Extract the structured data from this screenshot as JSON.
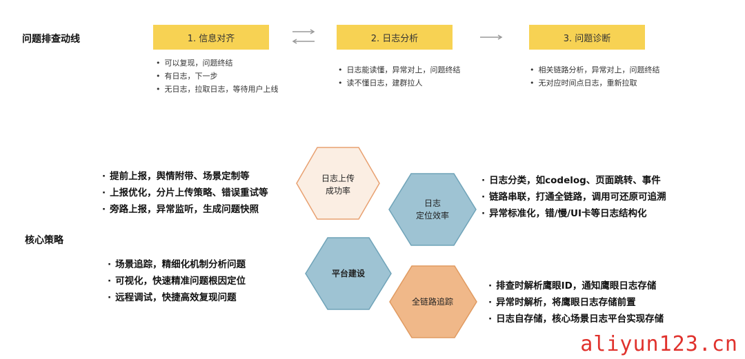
{
  "flow": {
    "title": "问题排查动线",
    "steps": [
      {
        "label": "1. 信息对齐",
        "bullets": [
          "可以复现，问题终结",
          "有日志，下一步",
          "无日志，拉取日志，等待用户上线"
        ]
      },
      {
        "label": "2. 日志分析",
        "bullets": [
          "日志能读懂，异常对上，问题终结",
          "读不懂日志，建群拉人"
        ]
      },
      {
        "label": "3. 问题诊断",
        "bullets": [
          "相关链路分析，异常对上，问题终结",
          "无对应时间点日志，重新拉取"
        ]
      }
    ]
  },
  "strategy": {
    "title": "核心策略",
    "hexagons": [
      {
        "line1": "日志上传",
        "line2": "成功率",
        "color": "#fbeee3",
        "stroke": "#e8a070"
      },
      {
        "line1": "日志",
        "line2": "定位效率",
        "color": "#9ec3d3",
        "stroke": "#6fa3b8"
      },
      {
        "line1": "平台建设",
        "line2": "",
        "color": "#9ec3d3",
        "stroke": "#6fa3b8"
      },
      {
        "line1": "全链路追踪",
        "line2": "",
        "color": "#f0b889",
        "stroke": "#e09a60"
      }
    ],
    "upload_points": [
      "提前上报，舆情附带、场景定制等",
      "上报优化，分片上传策略、错误重试等",
      "旁路上报，异常监听，生成问题快照"
    ],
    "locate_points": [
      "日志分类，如codelog、页面跳转、事件",
      "链路串联，打通全链路，调用可还原可追溯",
      "异常标准化，错/慢/UI卡等日志结构化"
    ],
    "platform_points": [
      "场景追踪，精细化机制分析问题",
      "可视化，快速精准问题根因定位",
      "远程调试，快捷高效复现问题"
    ],
    "trace_points": [
      "排查时解析鹰眼ID，通知鹰眼日志存储",
      "异常时解析，将鹰眼日志存储前置",
      "日志自存储，核心场景日志平台实现存储"
    ]
  },
  "watermark": "aliyun123.cn"
}
